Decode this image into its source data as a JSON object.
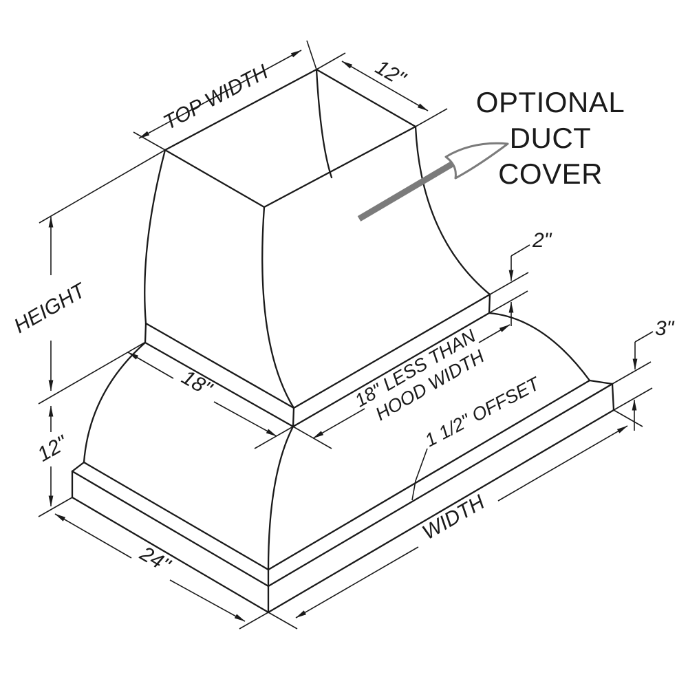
{
  "diagram": {
    "annotation": {
      "line1": "OPTIONAL",
      "line2": "DUCT",
      "line3": "COVER"
    },
    "dimensions": {
      "top_width": "TOP WIDTH",
      "duct_depth": "12\"",
      "duct_cover_curb_height": "2\"",
      "height": "HEIGHT",
      "lower_section_height": "12\"",
      "duct_base_depth": "18\"",
      "duct_base_width_line1": "18\" LESS THAN",
      "duct_base_width_line2": "HOOD WIDTH",
      "base_band_height": "3\"",
      "base_offset": "1 1/2\" OFFSET",
      "width": "WIDTH",
      "depth": "24\""
    },
    "colors": {
      "line": "#1a1a1a",
      "arrow_gray": "#7b7b7b",
      "background": "#ffffff"
    }
  }
}
